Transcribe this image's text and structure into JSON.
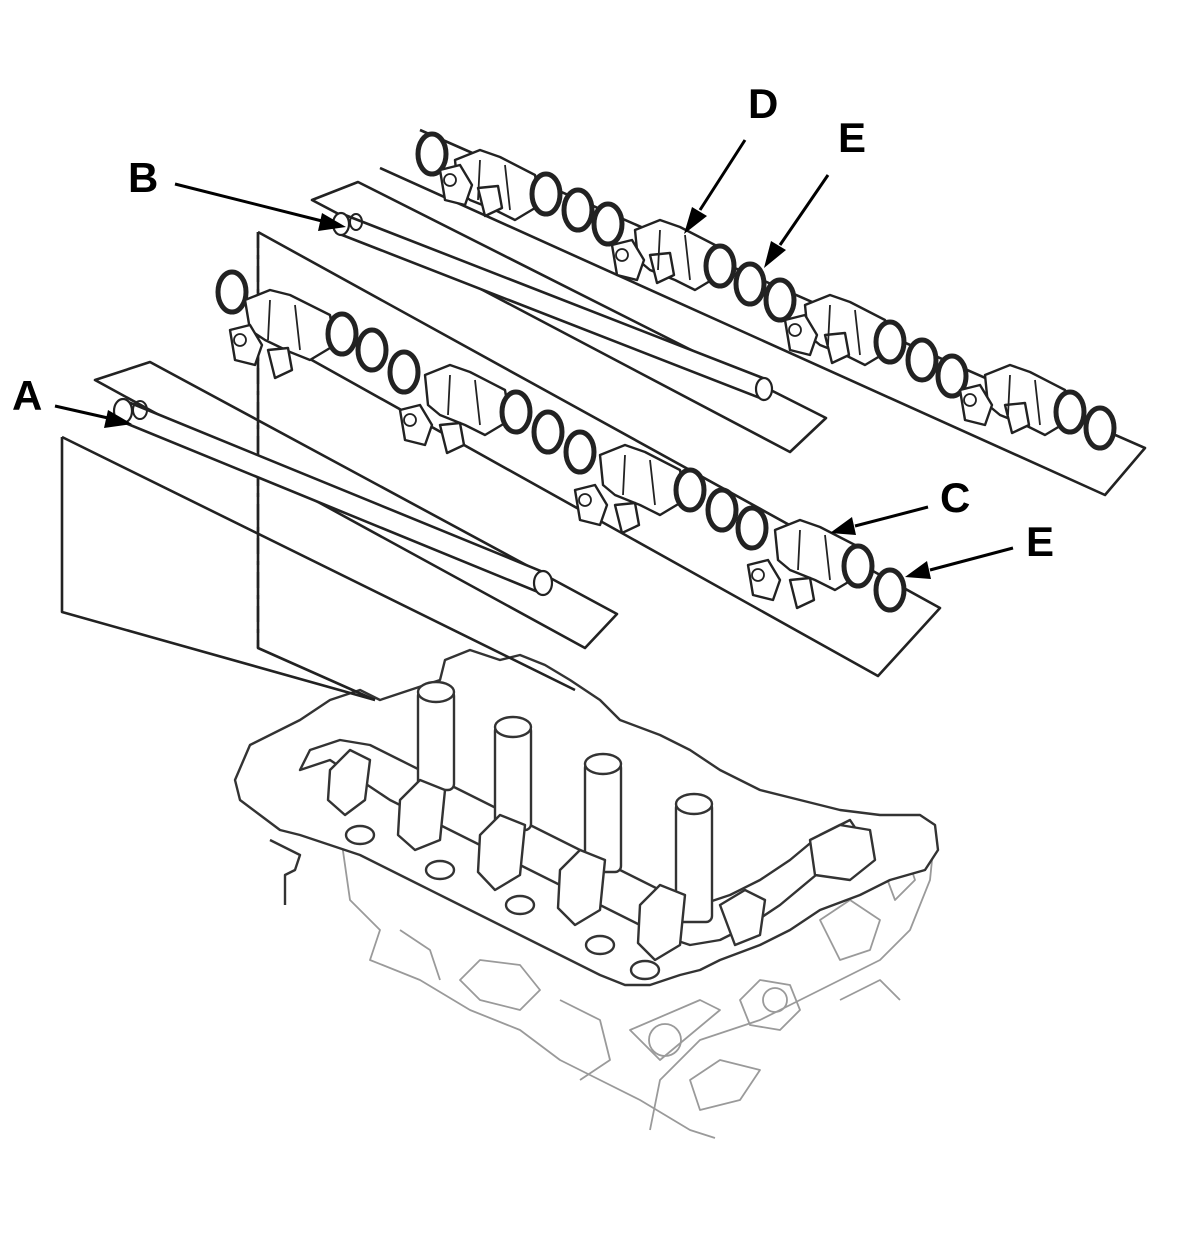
{
  "callouts": {
    "a": "A",
    "b": "B",
    "c": "C",
    "d": "D",
    "e_upper": "E",
    "e_lower": "E"
  },
  "colors": {
    "line": "#222222",
    "gray_line": "#9a9a9a",
    "background": "#ffffff"
  }
}
